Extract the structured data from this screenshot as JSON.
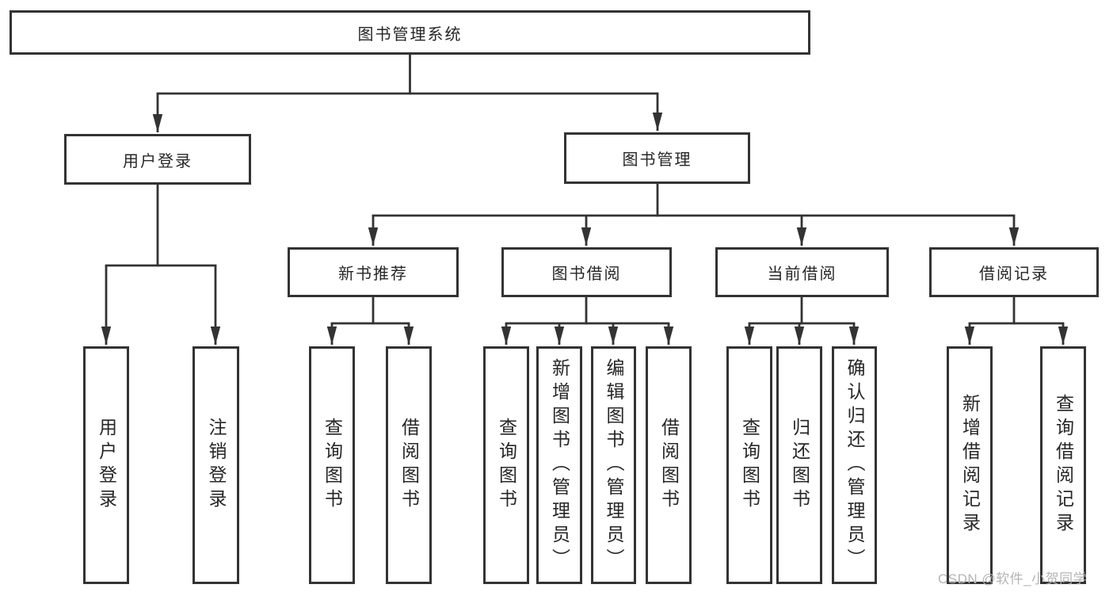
{
  "tree": {
    "label": "图书管理系统",
    "children": [
      {
        "label": "用户登录",
        "children": [
          {
            "label": "用户登录"
          },
          {
            "label": "注销登录"
          }
        ]
      },
      {
        "label": "图书管理",
        "children": [
          {
            "label": "新书推荐",
            "children": [
              {
                "label": "查询图书"
              },
              {
                "label": "借阅图书"
              }
            ]
          },
          {
            "label": "图书借阅",
            "children": [
              {
                "label": "查询图书"
              },
              {
                "label": "新增图书（管理员）"
              },
              {
                "label": "编辑图书（管理员）"
              },
              {
                "label": "借阅图书"
              }
            ]
          },
          {
            "label": "当前借阅",
            "children": [
              {
                "label": "查询图书"
              },
              {
                "label": "归还图书"
              },
              {
                "label": "确认归还（管理员）"
              }
            ]
          },
          {
            "label": "借阅记录",
            "children": [
              {
                "label": "新增借阅记录"
              },
              {
                "label": "查询借阅记录"
              }
            ]
          }
        ]
      }
    ]
  },
  "watermark": {
    "text": "CSDN @软件_小贺同学"
  },
  "colors": {
    "line": "#333333",
    "text": "#262626",
    "watermark": "#b4b4b4",
    "background": "#ffffff"
  }
}
